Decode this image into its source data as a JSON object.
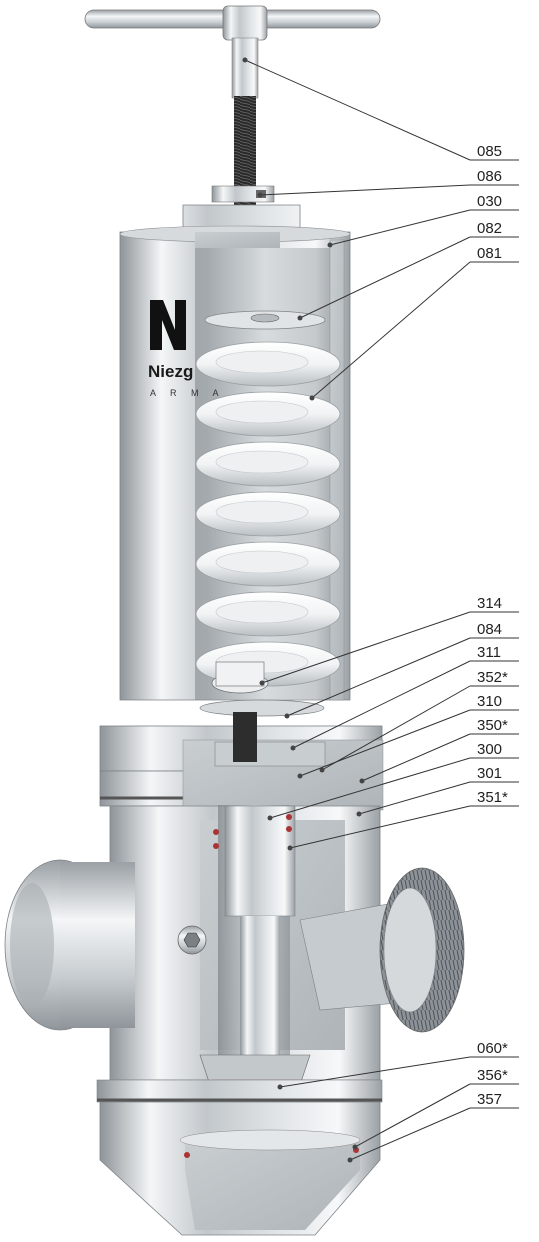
{
  "logo": {
    "name": "Niezg",
    "sub": "A R M A"
  },
  "labels": [
    {
      "id": "085",
      "text": "085"
    },
    {
      "id": "086",
      "text": "086"
    },
    {
      "id": "030",
      "text": "030"
    },
    {
      "id": "082",
      "text": "082"
    },
    {
      "id": "081",
      "text": "081"
    },
    {
      "id": "314",
      "text": "314"
    },
    {
      "id": "084",
      "text": "084"
    },
    {
      "id": "311",
      "text": "311"
    },
    {
      "id": "352",
      "text": "352*"
    },
    {
      "id": "310",
      "text": "310"
    },
    {
      "id": "350",
      "text": "350*"
    },
    {
      "id": "300",
      "text": "300"
    },
    {
      "id": "301",
      "text": "301"
    },
    {
      "id": "351",
      "text": "351*"
    },
    {
      "id": "060",
      "text": "060*"
    },
    {
      "id": "356",
      "text": "356*"
    },
    {
      "id": "357",
      "text": "357"
    }
  ]
}
